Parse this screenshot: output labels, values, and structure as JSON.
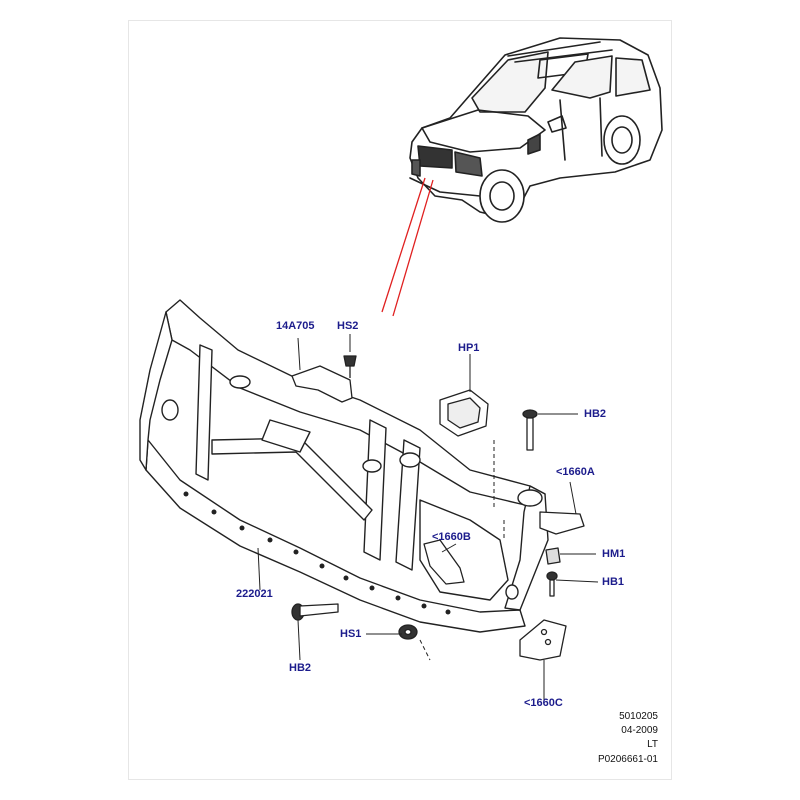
{
  "colors": {
    "callout_text": "#1c1c8c",
    "line": "#222222",
    "highlight": "#e02020",
    "background": "#ffffff"
  },
  "vehicle": {
    "icon": "suv-front-quarter-icon"
  },
  "callouts": {
    "14A705": "14A705",
    "HS2": "HS2",
    "HP1": "HP1",
    "HB2_top": "HB2",
    "1660A": "<1660A",
    "1660B": "<1660B",
    "HM1": "HM1",
    "HB1": "HB1",
    "222021": "222021",
    "HS1": "HS1",
    "HB2_bottom": "HB2",
    "1660C": "<1660C"
  },
  "meta": {
    "code": "5010205",
    "date": "04-2009",
    "region": "LT",
    "illustration_number": "P0206661-01"
  }
}
